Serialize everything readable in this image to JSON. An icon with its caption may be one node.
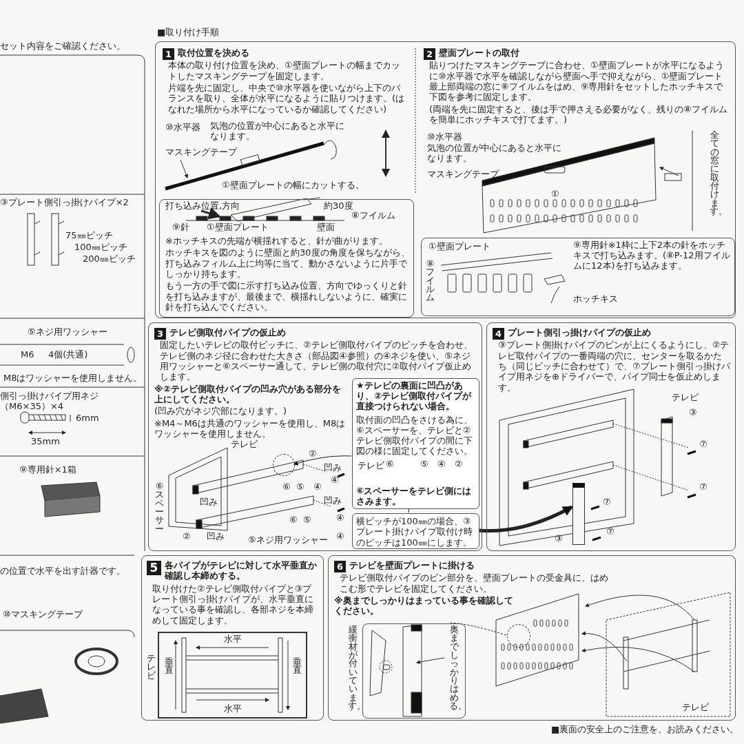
{
  "diagram": {
    "nodes": [
      {
        "text": [],
        "shape": "box"
      },
      {
        "text": [
          "取付位置を決める",
          "本体の取り付け位置を決め、①壁面プレートの幅までカットしたマスキングテープを固定します。",
          "片端を先に固定し、中央で⑩水平器を使いながら上下のバランスを取り、全体が水平になるように貼りつけます。(はなれた場所から水平になっているか確認してください)"
        ],
        "in": 0
      },
      {
        "text": [
          "※ホッチキスの先端が横揺れすると、針が曲がります。",
          "ホッチキスを図のように壁面と約30度の角度を保ちながら、打ち込みフィルム上に均等に当て、動かさないように片手でしっかり持ちます。",
          "もう一方の手で図に示す打ち込み位置、方向でゆっくりと針を打ち込みますが、最後まで、横揺れしないように、確実に針を打ち込んでください。"
        ],
        "in": 0
      },
      {
        "text": [
          "壁面プレートの取付",
          "貼りつけたマスキングテープに合わせ、①壁面プレートが水平になるように⑩水平器で水平を確認しながら壁面へ手で抑えながら、①壁面プレート最上部両端の窓に⑧フイルムをはめ、⑨専用針をセットしたホッチキスで下図を参考に固定します。",
          "(両端を先に固定すると、後は手で押さえる必要がなく、残りの⑧フイルムを簡単にホッチキスで打てます。)"
        ],
        "in": 0
      },
      {
        "text": [
          "①壁面プレート",
          "⑨専用針※1枠に上下2本の針をホッチキスで打ち込みます。(⑧P-12用フイルムに12本)を打ち込みます。",
          "⑧フイルム",
          "ホッチキス"
        ],
        "in": 0
      },
      {
        "text": [
          "テレビ側取付パイプの仮止め",
          "固定したいテレビの取付ピッチに、②テレビ側取付パイプのピッチを合わせ、テレビ側のネジ径に合わせた大きさ（部品図④参照）の④ネジを使い、⑤ネジ用ワッシャーと⑥スペーサー通して、テレビ側の取付穴に②取付パイプ仮止めします。",
          "※②テレビ側取付パイプの凹み穴がある部分を上にしてください。",
          "(凹み穴がネジ穴部になります。)",
          "※M4～M6は共通のワッシャーを使用し、M8はワッシャーを使用しません。"
        ]
      },
      {
        "text": [
          "★テレビの裏面に凹凸があり、②テレビ側取付パイプが直接つけられない場合。",
          "取付面の凹凸をさける為に、⑥スペーサーを、テレビと②テレビ側取付パイプの間に下図の様に固定してください。",
          "テレビ",
          "⑥スペーサーをテレビ側にはさみます。"
        ],
        "in": 5
      },
      {
        "text": [
          "横ピッチが100㎜の場合、③プレート掛けパイプ取付け時のピッチは100㎜にします。"
        ],
        "in": 5
      },
      {
        "text": [
          "プレート側引っ掛けパイプの仮止め",
          "③プレート側掛けパイプのピンが上にくるようにし、②テレビ取付パイプの一番両端の穴に、センターを取るかたち（同じピッチに合わせて）で、⑦プレート側引っ掛けパイプ用ネジを⊕ドライバーで、パイプ同士を仮止めします。"
        ]
      },
      {
        "text": [
          "各パイプがテレビに対して水平垂直か確認し本締めする。",
          "取り付けた②テレビ側取付パイプと③プレート側引っ掛けパイプが、水平垂直になっている事を確認し、各部ネジを本締めして固定します。"
        ]
      },
      {
        "text": [
          "テレビを壁面プレートに掛ける",
          "テレビ側取付パイプのピン部分を、壁面プレートの受金具に、はめこむ形でテレビを固定してください。",
          "※奥までしっかりはまっている事を確認してください。"
        ]
      },
      {
        "text": [
          "奥までしっかりはめる。"
        ],
        "beside": [
          "緩衝材が付いています。"
        ],
        "in": 10
      },
      {
        "text": [],
        "shape": "circle",
        "in": 5
      },
      {
        "text": [],
        "shape": "bar",
        "in": 8
      },
      {
        "text": [],
        "shape": "circle",
        "in": 10
      },
      {
        "text": [
          "1"
        ],
        "in": 1
      },
      {
        "text": [
          "2"
        ],
        "in": 3
      },
      {
        "text": [
          "3"
        ],
        "in": 5
      },
      {
        "text": [
          "4"
        ],
        "in": 8
      },
      {
        "text": [
          "5"
        ],
        "in": 9
      },
      {
        "text": [
          "6"
        ],
        "in": 10
      }
    ],
    "edges": [
      {
        "from": 6,
        "to": 12,
        "arrow": "to"
      },
      {
        "from": 6,
        "to": 7,
        "arrow": "none"
      },
      {
        "from": 7,
        "to": 13,
        "arrow": "to",
        "style": "thick"
      },
      {
        "from": 14,
        "to": 11,
        "arrow": "none",
        "style": "dashed"
      }
    ],
    "labels": [
      "セット内容をご確認ください。",
      "■取り付け手順",
      "⑩水平器",
      "気泡の位置が中心にあると水平になります。",
      "マスキングテープ",
      "①壁面プレートの幅にカットする。",
      "打ち込み位置,方向",
      "約30度",
      "⑧フイルム",
      "⑨針",
      "①壁面プレート",
      "壁面",
      "⑩水平器",
      "気泡の位置が中心にあると水平になります。",
      "マスキングテープ",
      "①",
      "全ての窓に取付けます。",
      "テレビ",
      "②",
      "凹み",
      "⑥",
      "⑤",
      "凹み",
      "④",
      "④",
      "凹み",
      "⑥",
      "⑤",
      "④",
      "②",
      "凹み",
      "④",
      "⑤ネジ用ワッシャー",
      "⑥スペーサー",
      "⑥",
      "⑤",
      "④",
      "②",
      "テレビ",
      "③",
      "⑦",
      "⑦",
      "⑦",
      "⑦",
      "③",
      "水平",
      "垂直",
      "垂直",
      "水平",
      "テレビ",
      "テレビ",
      "■裏面の安全上のご注意を、お読みください。",
      "③プレート側引っ掛けパイプ×2",
      "75㎜ピッチ",
      "100㎜ピッチ",
      "200㎜ピッチ",
      "⑤ネジ用ワッシャー",
      "M6",
      "4個(共通)",
      "M8はワッシャーを使用しません。",
      "側引っ掛けパイプ用ネジ（M6×35）×4",
      "6mm",
      "35mm",
      "⑨専用針×1箱",
      "の位置で水平を出す計器です。",
      "⑩マスキングテープ"
    ]
  }
}
